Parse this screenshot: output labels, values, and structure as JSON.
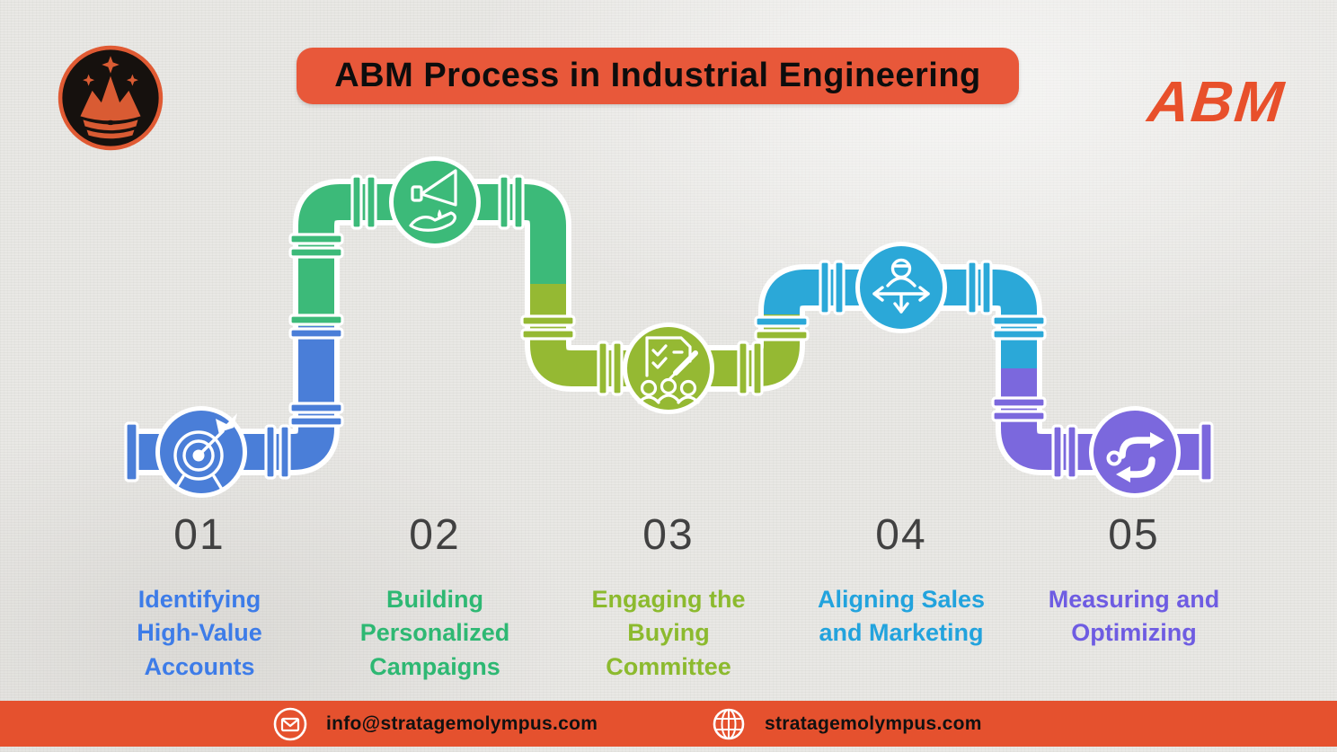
{
  "header": {
    "title": "ABM Process in Industrial Engineering",
    "wordmark": "ABM",
    "logo": "crown-mountain-logo",
    "banner_color": "#e8583a",
    "wordmark_color": "#e8502b"
  },
  "steps": [
    {
      "number": "01",
      "label": "Identifying High-Value Accounts",
      "color": "#3d7ce8",
      "pipe_color": "#4a7ed8",
      "icon": "target-arrow-icon"
    },
    {
      "number": "02",
      "label": "Building Personalized Campaigns",
      "color": "#2eb873",
      "pipe_color": "#3cba79",
      "icon": "megaphone-hand-icon"
    },
    {
      "number": "03",
      "label": "Engaging the Buying Committee",
      "color": "#8cba2e",
      "pipe_color": "#95b933",
      "icon": "checklist-committee-icon"
    },
    {
      "number": "04",
      "label": "Aligning Sales and Marketing",
      "color": "#22a3dd",
      "pipe_color": "#2ba8d8",
      "icon": "person-alignment-icon"
    },
    {
      "number": "05",
      "label": "Measuring and Optimizing",
      "color": "#6e5ce2",
      "pipe_color": "#7b68dd",
      "icon": "optimize-arrows-icon"
    }
  ],
  "footer": {
    "email": "info@stratagemolympus.com",
    "website": "stratagemolympus.com",
    "background": "#e5512e",
    "email_icon": "envelope-icon",
    "website_icon": "globe-icon"
  },
  "palette": {
    "background": "#e9e8e5",
    "number_gray": "#414141"
  }
}
